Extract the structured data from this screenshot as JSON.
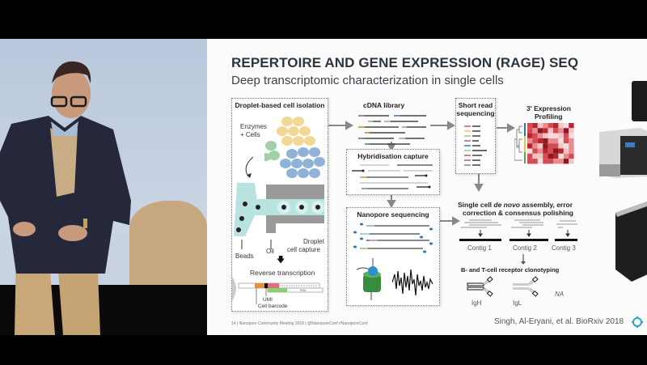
{
  "slide": {
    "title": "REPERTOIRE AND GENE EXPRESSION (RAGE) SEQ",
    "subtitle": "Deep transcriptomic characterization in single cells",
    "panels": {
      "droplet": {
        "title": "Droplet-based cell isolation",
        "enzymes_label_line1": "Enzymes",
        "enzymes_label_line2": "+ Cells",
        "beads_label": "Beads",
        "oil_label": "Oil",
        "droplet_label_line1": "Droplet",
        "droplet_label_line2": "cell capture",
        "rt_label": "Reverse transcription",
        "umi_label": "UMI",
        "barcode_label": "Cell barcode",
        "rna_label": "RNA"
      },
      "cdna": {
        "title": "cDNA library"
      },
      "hybrid": {
        "title": "Hybridisation capture"
      },
      "nanopore": {
        "title": "Nanopore sequencing"
      },
      "short_read": {
        "title_line1": "Short read",
        "title_line2": "sequencing"
      },
      "expression": {
        "title_line1": "3' Expression",
        "title_line2": "Profiling"
      },
      "assembly": {
        "title_line1_a": "Single cell ",
        "title_line1_b": "de novo",
        "title_line1_c": " assembly, error",
        "title_line2": "correction & consensus polishing",
        "contigs": [
          "Contig 1",
          "Contig 2",
          "Contig 3"
        ]
      },
      "clonotyping": {
        "title": "B- and T-cell receptor clonotyping",
        "igh_label": "IgH",
        "igl_label": "IgL",
        "na_label": "NA"
      }
    },
    "footer": {
      "left": "14 | Nanopore Community Meeting 2018 | @NanoporeConf #NanoporeConf",
      "citation": "Singh, Al-Eryani, et al. BioRxiv 2018"
    },
    "colors": {
      "title": "#2b3540",
      "cell_yellow": "#f0d58a",
      "cell_green": "#9fd0a6",
      "cell_blue": "#8fb2d8",
      "channel": "#b9e3df",
      "heatmap": "#c8343c",
      "accent_teal": "#2aa6c8"
    }
  }
}
